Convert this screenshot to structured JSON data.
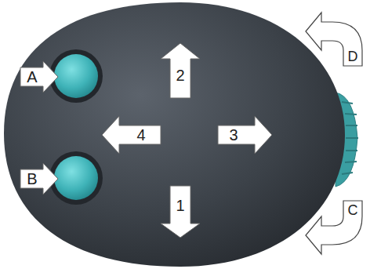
{
  "diagram": {
    "labels": [
      "D",
      "2",
      "A",
      "4",
      "3",
      "B",
      "1",
      "C"
    ]
  }
}
